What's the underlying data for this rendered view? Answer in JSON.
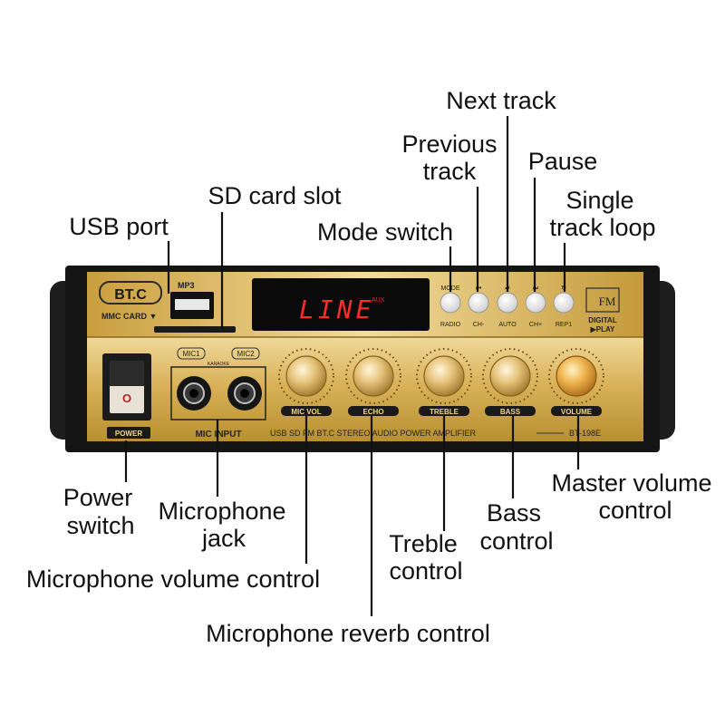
{
  "device": {
    "brand_badge": "BT.C",
    "mp3_label": "MP3",
    "mmc_card_label": "MMC CARD ▼",
    "display_text": "LINE",
    "display_sub": "AUX",
    "fm_logo": "FM",
    "digital_label": "DIGITAL",
    "play_label": "▶PLAY",
    "power_tag": "POWER",
    "mic1_label": "MIC1",
    "mic2_label": "MIC2",
    "karaoke_label": "KARAOKE",
    "mic_input_label": "MIC INPUT",
    "model_strip": "USB SD FM BT.C STEREO AUDIO POWER AMPLIFIER",
    "model_number": "BT-198E",
    "buttons": [
      {
        "top": "MODE",
        "bottom": "RADIO"
      },
      {
        "top": "⏮",
        "bottom": "CH-"
      },
      {
        "top": "⏯",
        "bottom": "AUTO"
      },
      {
        "top": "⏭",
        "bottom": "CH+"
      },
      {
        "top": "↻",
        "bottom": "REP1"
      }
    ],
    "knobs": [
      "MIC VOL",
      "ECHO",
      "TREBLE",
      "BASS",
      "VOLUME"
    ]
  },
  "callouts": {
    "next_track": "Next track",
    "previous_track": [
      "Previous",
      "track"
    ],
    "pause": "Pause",
    "sd_card_slot": "SD card slot",
    "single_track_loop": [
      "Single",
      "track loop"
    ],
    "usb_port": "USB port",
    "mode_switch": "Mode switch",
    "power_switch": [
      "Power",
      "switch"
    ],
    "microphone_jack": [
      "Microphone",
      "jack"
    ],
    "master_volume": [
      "Master volume",
      "control"
    ],
    "bass_control": [
      "Bass",
      "control"
    ],
    "treble_control": [
      "Treble",
      "control"
    ],
    "microphone_volume": "Microphone volume control",
    "microphone_reverb": "Microphone reverb control"
  }
}
